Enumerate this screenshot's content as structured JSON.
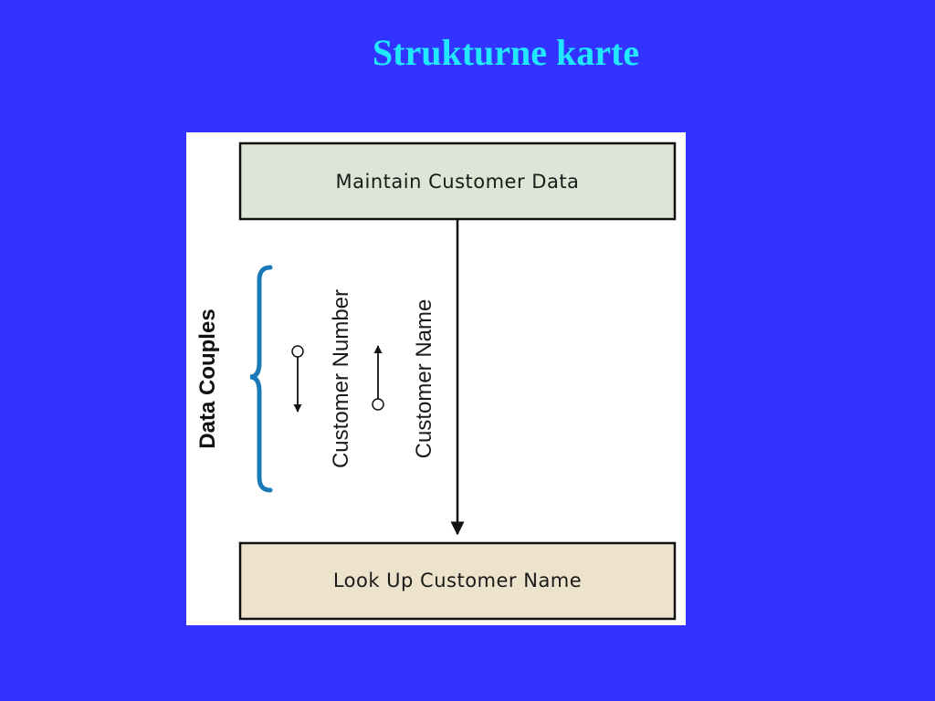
{
  "slide": {
    "title": "Strukturne karte",
    "background_color": "#3333ff",
    "title_color": "#22e8ff"
  },
  "diagram": {
    "top_module": {
      "label": "Maintain Customer Data",
      "fill": "#dde6d6"
    },
    "bottom_module": {
      "label": "Look Up Customer Name",
      "fill": "#ede3cd"
    },
    "group_label": "Data Couples",
    "brace_color": "#1a7ab8",
    "data_couples": [
      {
        "label": "Customer Number",
        "direction": "down"
      },
      {
        "label": "Customer Name",
        "direction": "up"
      }
    ]
  }
}
